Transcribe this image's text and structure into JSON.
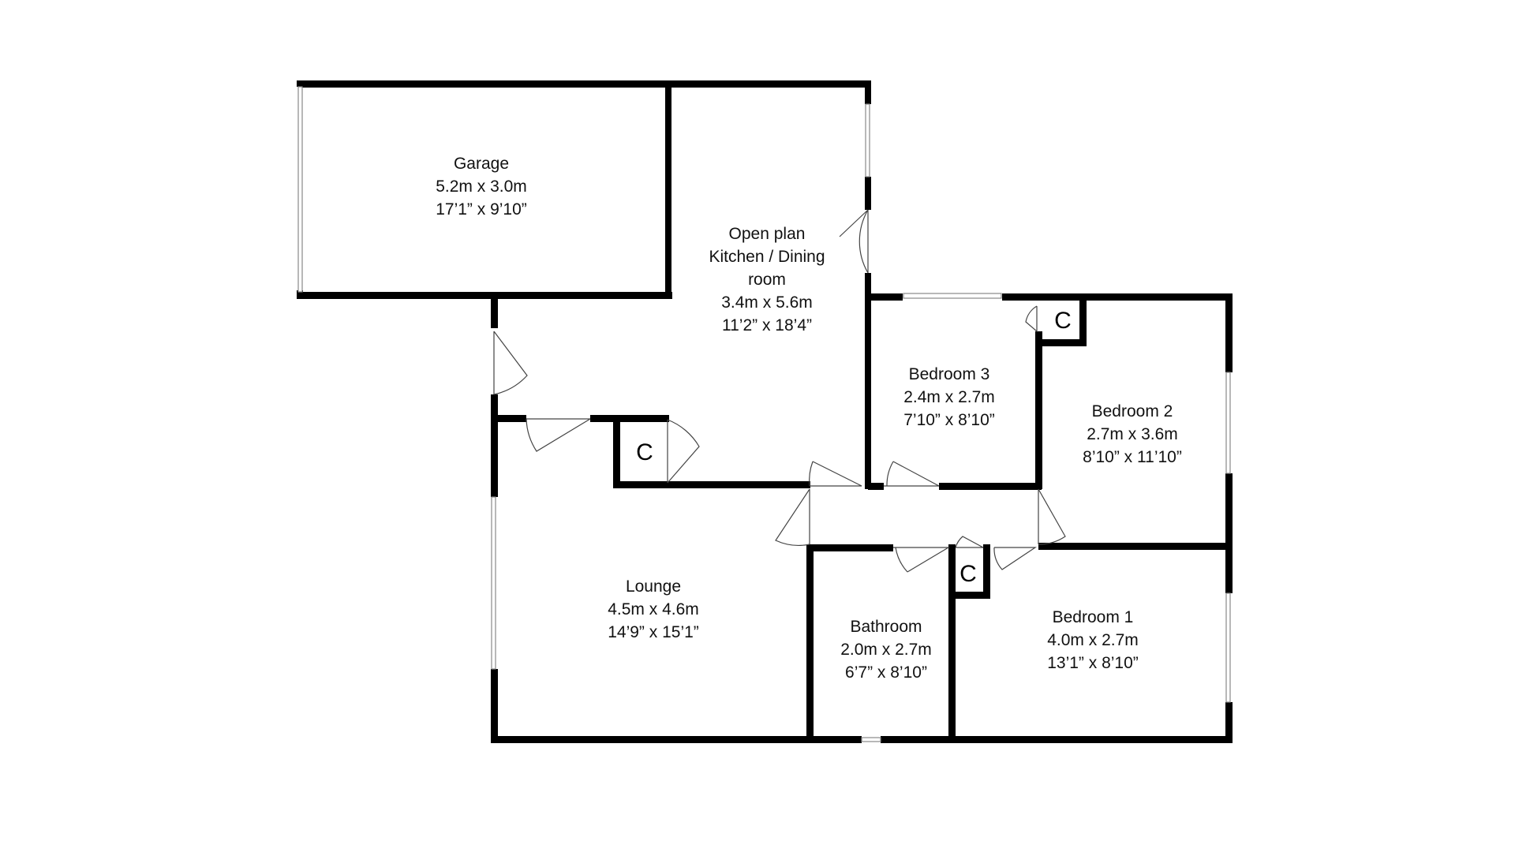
{
  "floorplan": {
    "rooms": [
      {
        "name": "Garage",
        "metric": "5.2m x 3.0m",
        "imperial": "17’1” x 9’10”"
      },
      {
        "name": "Open plan Kitchen / Dining room",
        "line1": "Open plan",
        "line2": "Kitchen / Dining",
        "line3": "room",
        "metric": "3.4m x 5.6m",
        "imperial": "11’2” x 18’4”"
      },
      {
        "name": "Bedroom 3",
        "metric": "2.4m x 2.7m",
        "imperial": "7’10” x 8’10”"
      },
      {
        "name": "Bedroom 2",
        "metric": "2.7m x 3.6m",
        "imperial": "8’10” x 11’10”"
      },
      {
        "name": "Lounge",
        "metric": "4.5m x 4.6m",
        "imperial": "14’9” x 15’1”"
      },
      {
        "name": "Bathroom",
        "metric": "2.0m x 2.7m",
        "imperial": "6’7” x 8’10”"
      },
      {
        "name": "Bedroom 1",
        "metric": "4.0m x 2.7m",
        "imperial": "13’1” x 8’10”"
      }
    ],
    "closet_label": "C",
    "colors": {
      "wall": "#000000",
      "background": "#ffffff",
      "window": "#888888"
    }
  }
}
